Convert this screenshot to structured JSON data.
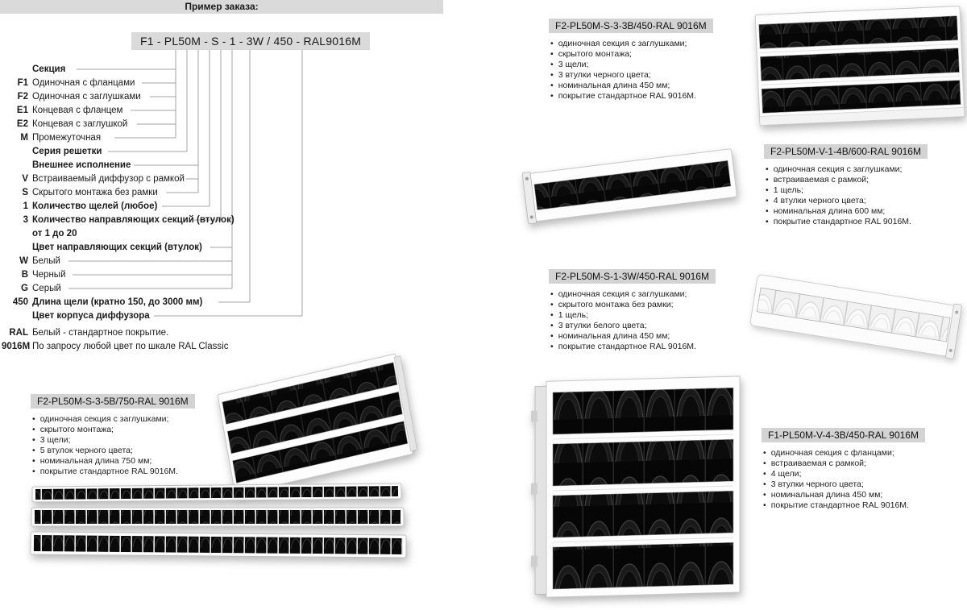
{
  "page": {
    "header": "Пример заказа:",
    "order_code": "F1 - PL50M - S - 1 - 3W / 450 - RAL9016M"
  },
  "legend": {
    "items": [
      {
        "prefix": "",
        "text": "Секция"
      },
      {
        "prefix": "F1",
        "text": "Одиночная с фланцами"
      },
      {
        "prefix": "F2",
        "text": "Одиночная с заглушками"
      },
      {
        "prefix": "E1",
        "text": "Концевая с фланцем"
      },
      {
        "prefix": "E2",
        "text": "Концевая с заглушкой"
      },
      {
        "prefix": "M",
        "text": "Промежуточная"
      },
      {
        "prefix": "",
        "text": "Серия решетки"
      },
      {
        "prefix": "",
        "text": "Внешнее исполнение"
      },
      {
        "prefix": "V",
        "text": "Встраиваемый диффузор с рамкой"
      },
      {
        "prefix": "S",
        "text": "Скрытого монтажа без рамки"
      },
      {
        "prefix": "1",
        "text": "Количество щелей (любое)"
      },
      {
        "prefix": "3",
        "text": "Количество направляющих секций (втулок) от 1 до 20"
      },
      {
        "prefix": "",
        "text": "Цвет направляющих секций (втулок)"
      },
      {
        "prefix": "W",
        "text": "Белый"
      },
      {
        "prefix": "B",
        "text": "Черный"
      },
      {
        "prefix": "G",
        "text": "Серый"
      },
      {
        "prefix": "450",
        "text": "Длина щели (кратно 150, до 3000 мм)"
      },
      {
        "prefix": "",
        "text": "Цвет корпуса диффузора"
      },
      {
        "prefix": "RAL",
        "text": "Белый - стандартное покрытие."
      },
      {
        "prefix": "9016M",
        "text": "По запросу любой цвет по шкале RAL Classic"
      }
    ]
  },
  "products": [
    {
      "code": "F2-PL50M-S-3-3B/450-RAL 9016M",
      "bullets": [
        "одиночная секция с заглушками;",
        "скрытого монтажа;",
        "3 щели;",
        "3 втулки черного цвета;",
        "номинальная длина 450 мм;",
        "покрытие стандартное RAL 9016M."
      ]
    },
    {
      "code": "F2-PL50M-V-1-4B/600-RAL 9016M",
      "bullets": [
        "одиночная секция с заглушками;",
        "встраиваемая с рамкой;",
        "1 щель;",
        "4 втулки черного цвета;",
        "номинальная длина 600 мм;",
        "покрытие стандартное RAL 9016M."
      ]
    },
    {
      "code": "F2-PL50M-S-1-3W/450-RAL 9016M",
      "bullets": [
        "одиночная секция с заглушками;",
        "скрытого монтажа без рамки;",
        "1 щель;",
        "3 втулки белого цвета;",
        "номинальная длина 450 мм;",
        "покрытие стандартное RAL 9016M."
      ]
    },
    {
      "code": "F2-PL50M-S-3-5B/750-RAL 9016M",
      "bullets": [
        "одиночная секция с заглушками;",
        "скрытого монтажа;",
        "3 щели;",
        "5 втулок черного цвета;",
        "номинальная длина 750 мм;",
        "покрытие стандартное RAL 9016M."
      ]
    },
    {
      "code": "F1-PL50M-V-4-3B/450-RAL 9016M",
      "bullets": [
        "одиночная секция с фланцами;",
        "встраиваемая с рамкой;",
        "4 щели;",
        "3 втулки черного цвета;",
        "номинальная длина 450 мм;",
        "покрытие стандартное RAL 9016M."
      ]
    }
  ],
  "colors": {
    "header_bg": "#dadada",
    "code_badge_bg": "#d3d3d3",
    "connector_line": "#a3a3a3",
    "grille_black": "#0a0a0a",
    "frame_white": "#fdfdfd"
  }
}
